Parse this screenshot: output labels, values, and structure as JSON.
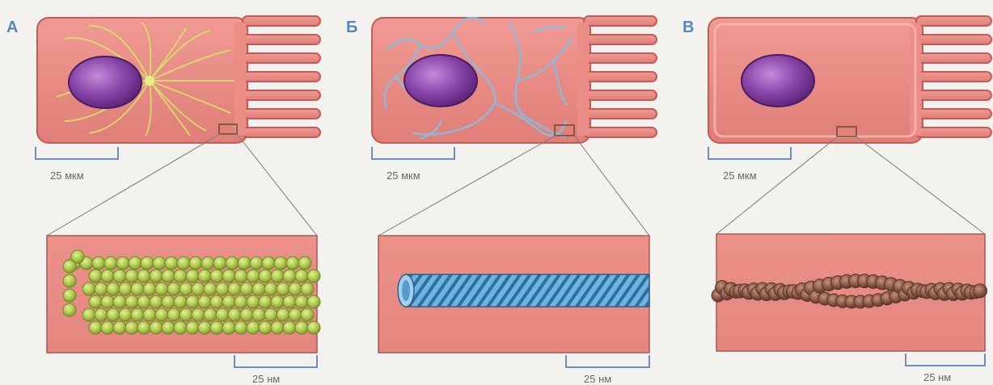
{
  "panels": [
    {
      "letter": "А",
      "cell_scale": "25 мкм",
      "inset_scale": "25 нм",
      "filament": "microtubule"
    },
    {
      "letter": "Б",
      "cell_scale": "25 мкм",
      "inset_scale": "25 нм",
      "filament": "intermediate-filament"
    },
    {
      "letter": "В",
      "cell_scale": "25 мкм",
      "inset_scale": "25 нм",
      "filament": "actin-microfilament"
    }
  ],
  "colors": {
    "cell": "#e98a84",
    "cell_edge": "#c65a56",
    "nucleus": "#7e3d9c",
    "microtubule": "#b6d24e",
    "intermediate": "#7ab6dd",
    "actin": "#8a5a48",
    "letter": "#5a87b8"
  }
}
